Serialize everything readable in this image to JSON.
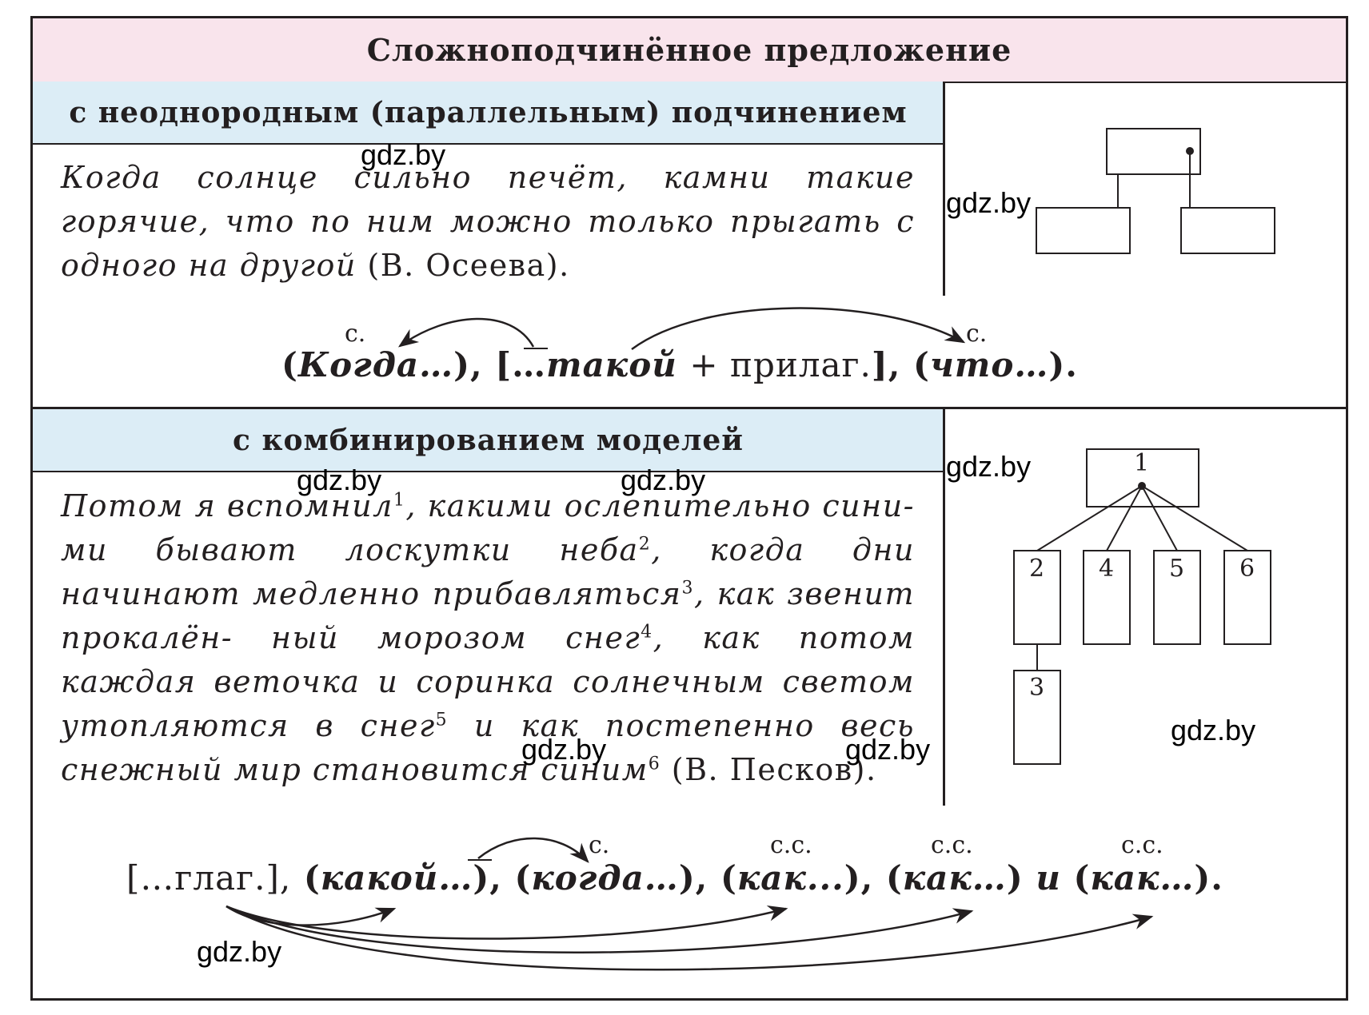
{
  "title": "Сложноподчинённое предложение",
  "section1": {
    "header": "с неоднородным (параллельным) подчинением",
    "example_text": "Когда солнце сильно печёт, камни такие горячие, что по ним можно только прыгать с одного на другой",
    "example_author": "(В. Осеева).",
    "formula": {
      "part1": "(",
      "part1_word": "Когда…",
      "part1_end": "),",
      "part2": "[…",
      "part2_word": "такой",
      "part2_mid": "+ прилаг.",
      "part2_end": "],",
      "part3": "(",
      "part3_word": "что…",
      "part3_end": ").",
      "label_left": "с.",
      "label_right": "с."
    }
  },
  "section2": {
    "header": "с комбинированием моделей",
    "example": {
      "s1": "Потом я вспомнил",
      "n1": "1",
      "s2": ", какими ослепительно сини- ми бывают лоскутки неба",
      "n2": "2",
      "s3": ", когда дни начинают медленно прибавляться",
      "n3": "3",
      "s4": ", как звенит прокалён- ный морозом снег",
      "n4": "4",
      "s5": ", как потом каждая веточка и соринка солнечным светом утопляются в снег",
      "n5": "5",
      "s6": " и как постепенно весь снежный мир становится синим",
      "n6": "6",
      "author": "(В. Песков)."
    },
    "diagram_labels": [
      "1",
      "2",
      "3",
      "4",
      "5",
      "6"
    ],
    "formula": {
      "p1": "[…глаг.],",
      "p2_open": "(",
      "p2_word": "какой…",
      "p2_close": "),",
      "p3_open": "(",
      "p3_word": "когда…",
      "p3_close": "),",
      "p4_open": "(",
      "p4_word": "как...",
      "p4_close": "),",
      "p5_open": "(",
      "p5_word": "как…",
      "p5_close": ")",
      "p5_and": "и",
      "p6_open": "(",
      "p6_word": "как…",
      "p6_close": ").",
      "label_c": "с.",
      "label_cc1": "с.с.",
      "label_cc2": "с.с.",
      "label_cc3": "с.с."
    }
  },
  "watermark": "gdz.by"
}
